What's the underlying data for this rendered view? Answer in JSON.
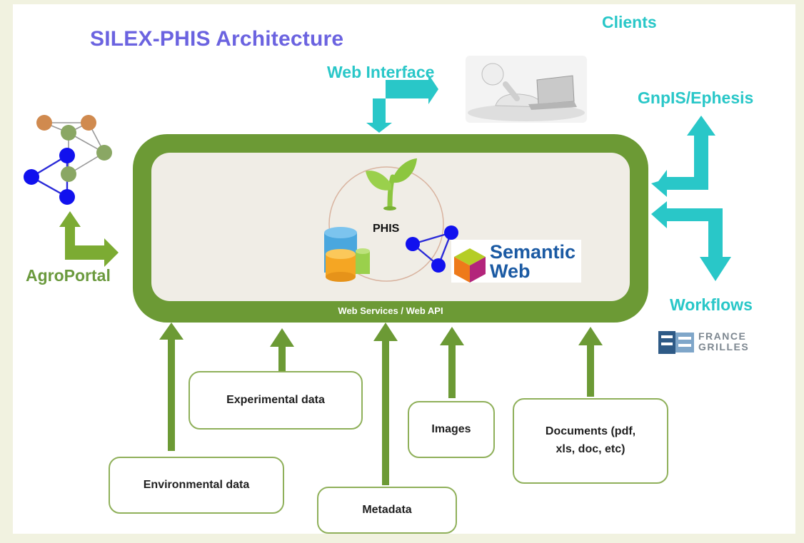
{
  "title": "SILEX-PHIS Architecture",
  "clients_label": "Clients",
  "web_interface_label": "Web Interface",
  "gnpis_label": "GnpIS/Ephesis",
  "workflows_label": "Workflows",
  "agroportal_label": "AgroPortal",
  "phis_label": "PHIS",
  "semantic_web": {
    "line1": "Semantic",
    "line2": "Web"
  },
  "webservices_label": "Web Services / Web API",
  "france_grilles": {
    "line1": "FRANCE",
    "line2": "GRILLES"
  },
  "data_sources": [
    "Experimental data",
    "Environmental data",
    "Metadata",
    "Images",
    "Documents (pdf, xls, doc, etc)"
  ],
  "colors": {
    "title": "#6b63e0",
    "teal": "#29c7c8",
    "green": "#6c9a35",
    "light_green": "#7cab33",
    "inner": "#f0ede6",
    "box_border": "#8fb05a"
  },
  "icons": [
    "network-graph-icon",
    "seedling-icon",
    "database-icon",
    "semantic-web-cube-icon",
    "person-laptop-icon",
    "france-grilles-logo"
  ]
}
